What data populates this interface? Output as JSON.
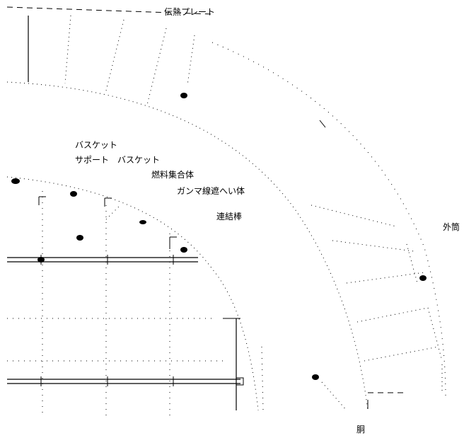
{
  "labels": {
    "heat_plate": "伝熱プレート",
    "basket": "バスケット",
    "basket_support": "サポート　バスケット",
    "fuel_assembly": "燃料集合体",
    "gamma_shield": "ガンマ線遮へい体",
    "tie_rod": "連結棒",
    "outer_shell": "外筒",
    "body": "胴"
  }
}
